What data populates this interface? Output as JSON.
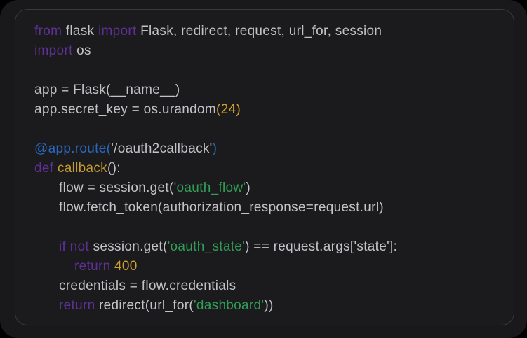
{
  "page": {
    "outer_background": "#000000",
    "surface_background": "#19191b"
  },
  "card": {
    "background": "#1b1b1d",
    "border_color": "#3a3a3d"
  },
  "colors": {
    "default": "#c3c3c7",
    "keyword": "#5f3196",
    "decorator": "#2a68c0",
    "function": "#c89b2f",
    "number": "#d2a02e",
    "string": "#319e57"
  },
  "code": {
    "language": "python",
    "lines": [
      {
        "indent": 0,
        "tokens": [
          {
            "text": "from",
            "color": "keyword"
          },
          {
            "text": " flask ",
            "color": "default"
          },
          {
            "text": "import",
            "color": "keyword"
          },
          {
            "text": " Flask, redirect, request, url_for, session",
            "color": "default"
          }
        ]
      },
      {
        "indent": 0,
        "tokens": [
          {
            "text": "import",
            "color": "keyword"
          },
          {
            "text": " os",
            "color": "default"
          }
        ]
      },
      {
        "indent": 0,
        "tokens": []
      },
      {
        "indent": 0,
        "tokens": [
          {
            "text": "app = Flask(__name__)",
            "color": "default"
          }
        ]
      },
      {
        "indent": 0,
        "tokens": [
          {
            "text": "app.secret_key = os.urandom",
            "color": "default"
          },
          {
            "text": "(24)",
            "color": "number"
          }
        ]
      },
      {
        "indent": 0,
        "tokens": []
      },
      {
        "indent": 0,
        "tokens": [
          {
            "text": "@app.route(",
            "color": "decorator"
          },
          {
            "text": "'/oauth2callback'",
            "color": "default"
          },
          {
            "text": ")",
            "color": "decorator"
          }
        ]
      },
      {
        "indent": 0,
        "tokens": [
          {
            "text": "def ",
            "color": "keyword"
          },
          {
            "text": "callback",
            "color": "function"
          },
          {
            "text": "():",
            "color": "default"
          }
        ]
      },
      {
        "indent": 1,
        "tokens": [
          {
            "text": "flow = session.get(",
            "color": "default"
          },
          {
            "text": "'oauth_flow'",
            "color": "string"
          },
          {
            "text": ")",
            "color": "default"
          }
        ]
      },
      {
        "indent": 1,
        "tokens": [
          {
            "text": "flow.fetch_token(authorization_response=request.url)",
            "color": "default"
          }
        ]
      },
      {
        "indent": 0,
        "tokens": []
      },
      {
        "indent": 1,
        "tokens": [
          {
            "text": "if not",
            "color": "keyword"
          },
          {
            "text": " session.get(",
            "color": "default"
          },
          {
            "text": "'oauth_state'",
            "color": "string"
          },
          {
            "text": ") == request.args['state']:",
            "color": "default"
          }
        ]
      },
      {
        "indent": 2,
        "tokens": [
          {
            "text": "return ",
            "color": "keyword"
          },
          {
            "text": "400",
            "color": "number"
          }
        ]
      },
      {
        "indent": 1,
        "tokens": [
          {
            "text": "credentials = flow.credentials",
            "color": "default"
          }
        ]
      },
      {
        "indent": 1,
        "tokens": [
          {
            "text": "return",
            "color": "keyword"
          },
          {
            "text": " redirect(url_for(",
            "color": "default"
          },
          {
            "text": "'dashboard'",
            "color": "string"
          },
          {
            "text": "))",
            "color": "default"
          }
        ]
      }
    ]
  }
}
